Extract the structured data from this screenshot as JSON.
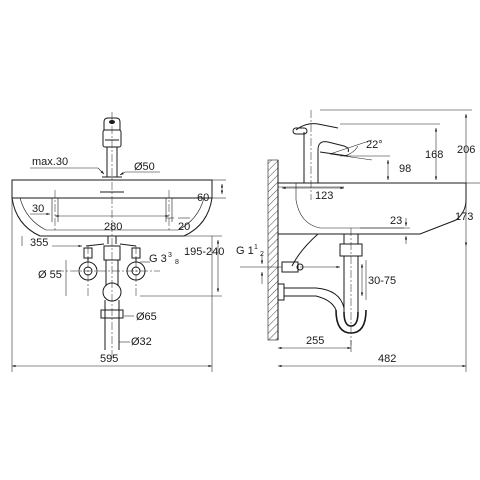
{
  "front_view": {
    "dims": {
      "max30": "max.30",
      "d50": "Ø50",
      "h60": "60",
      "w30": "30",
      "w280": "280",
      "w20": "20",
      "h355": "355",
      "g38_main": "G 3",
      "g38_num": "3",
      "g38_den": "8",
      "range195": "195-240",
      "d55": "Ø 55",
      "d65": "Ø65",
      "d32": "Ø32",
      "w595": "595"
    }
  },
  "side_view": {
    "dims": {
      "angle22": "22°",
      "h206": "206",
      "h168": "168",
      "h98": "98",
      "w123": "123",
      "h173": "173",
      "h23": "23",
      "g12_main": "G 1",
      "g12_num": "1",
      "g12_den": "2",
      "range3075": "30-75",
      "w255": "255",
      "w482": "482"
    }
  }
}
